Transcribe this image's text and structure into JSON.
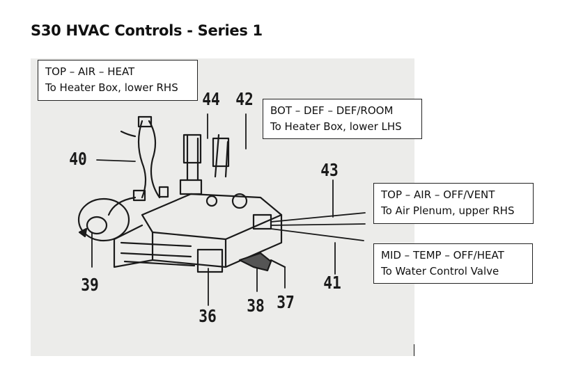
{
  "title": "S30 HVAC Controls - Series 1",
  "callouts": [
    {
      "line1": "TOP – AIR – HEAT",
      "line2": "To Heater Box, lower RHS"
    },
    {
      "line1": "BOT – DEF – DEF/ROOM",
      "line2": "To Heater Box, lower LHS"
    },
    {
      "line1": "TOP – AIR – OFF/VENT",
      "line2": "To Air Plenum, upper RHS"
    },
    {
      "line1": "MID – TEMP – OFF/HEAT",
      "line2": "To Water Control Valve"
    }
  ],
  "part_numbers": [
    "44",
    "42",
    "40",
    "43",
    "39",
    "41",
    "36",
    "38",
    "37"
  ]
}
